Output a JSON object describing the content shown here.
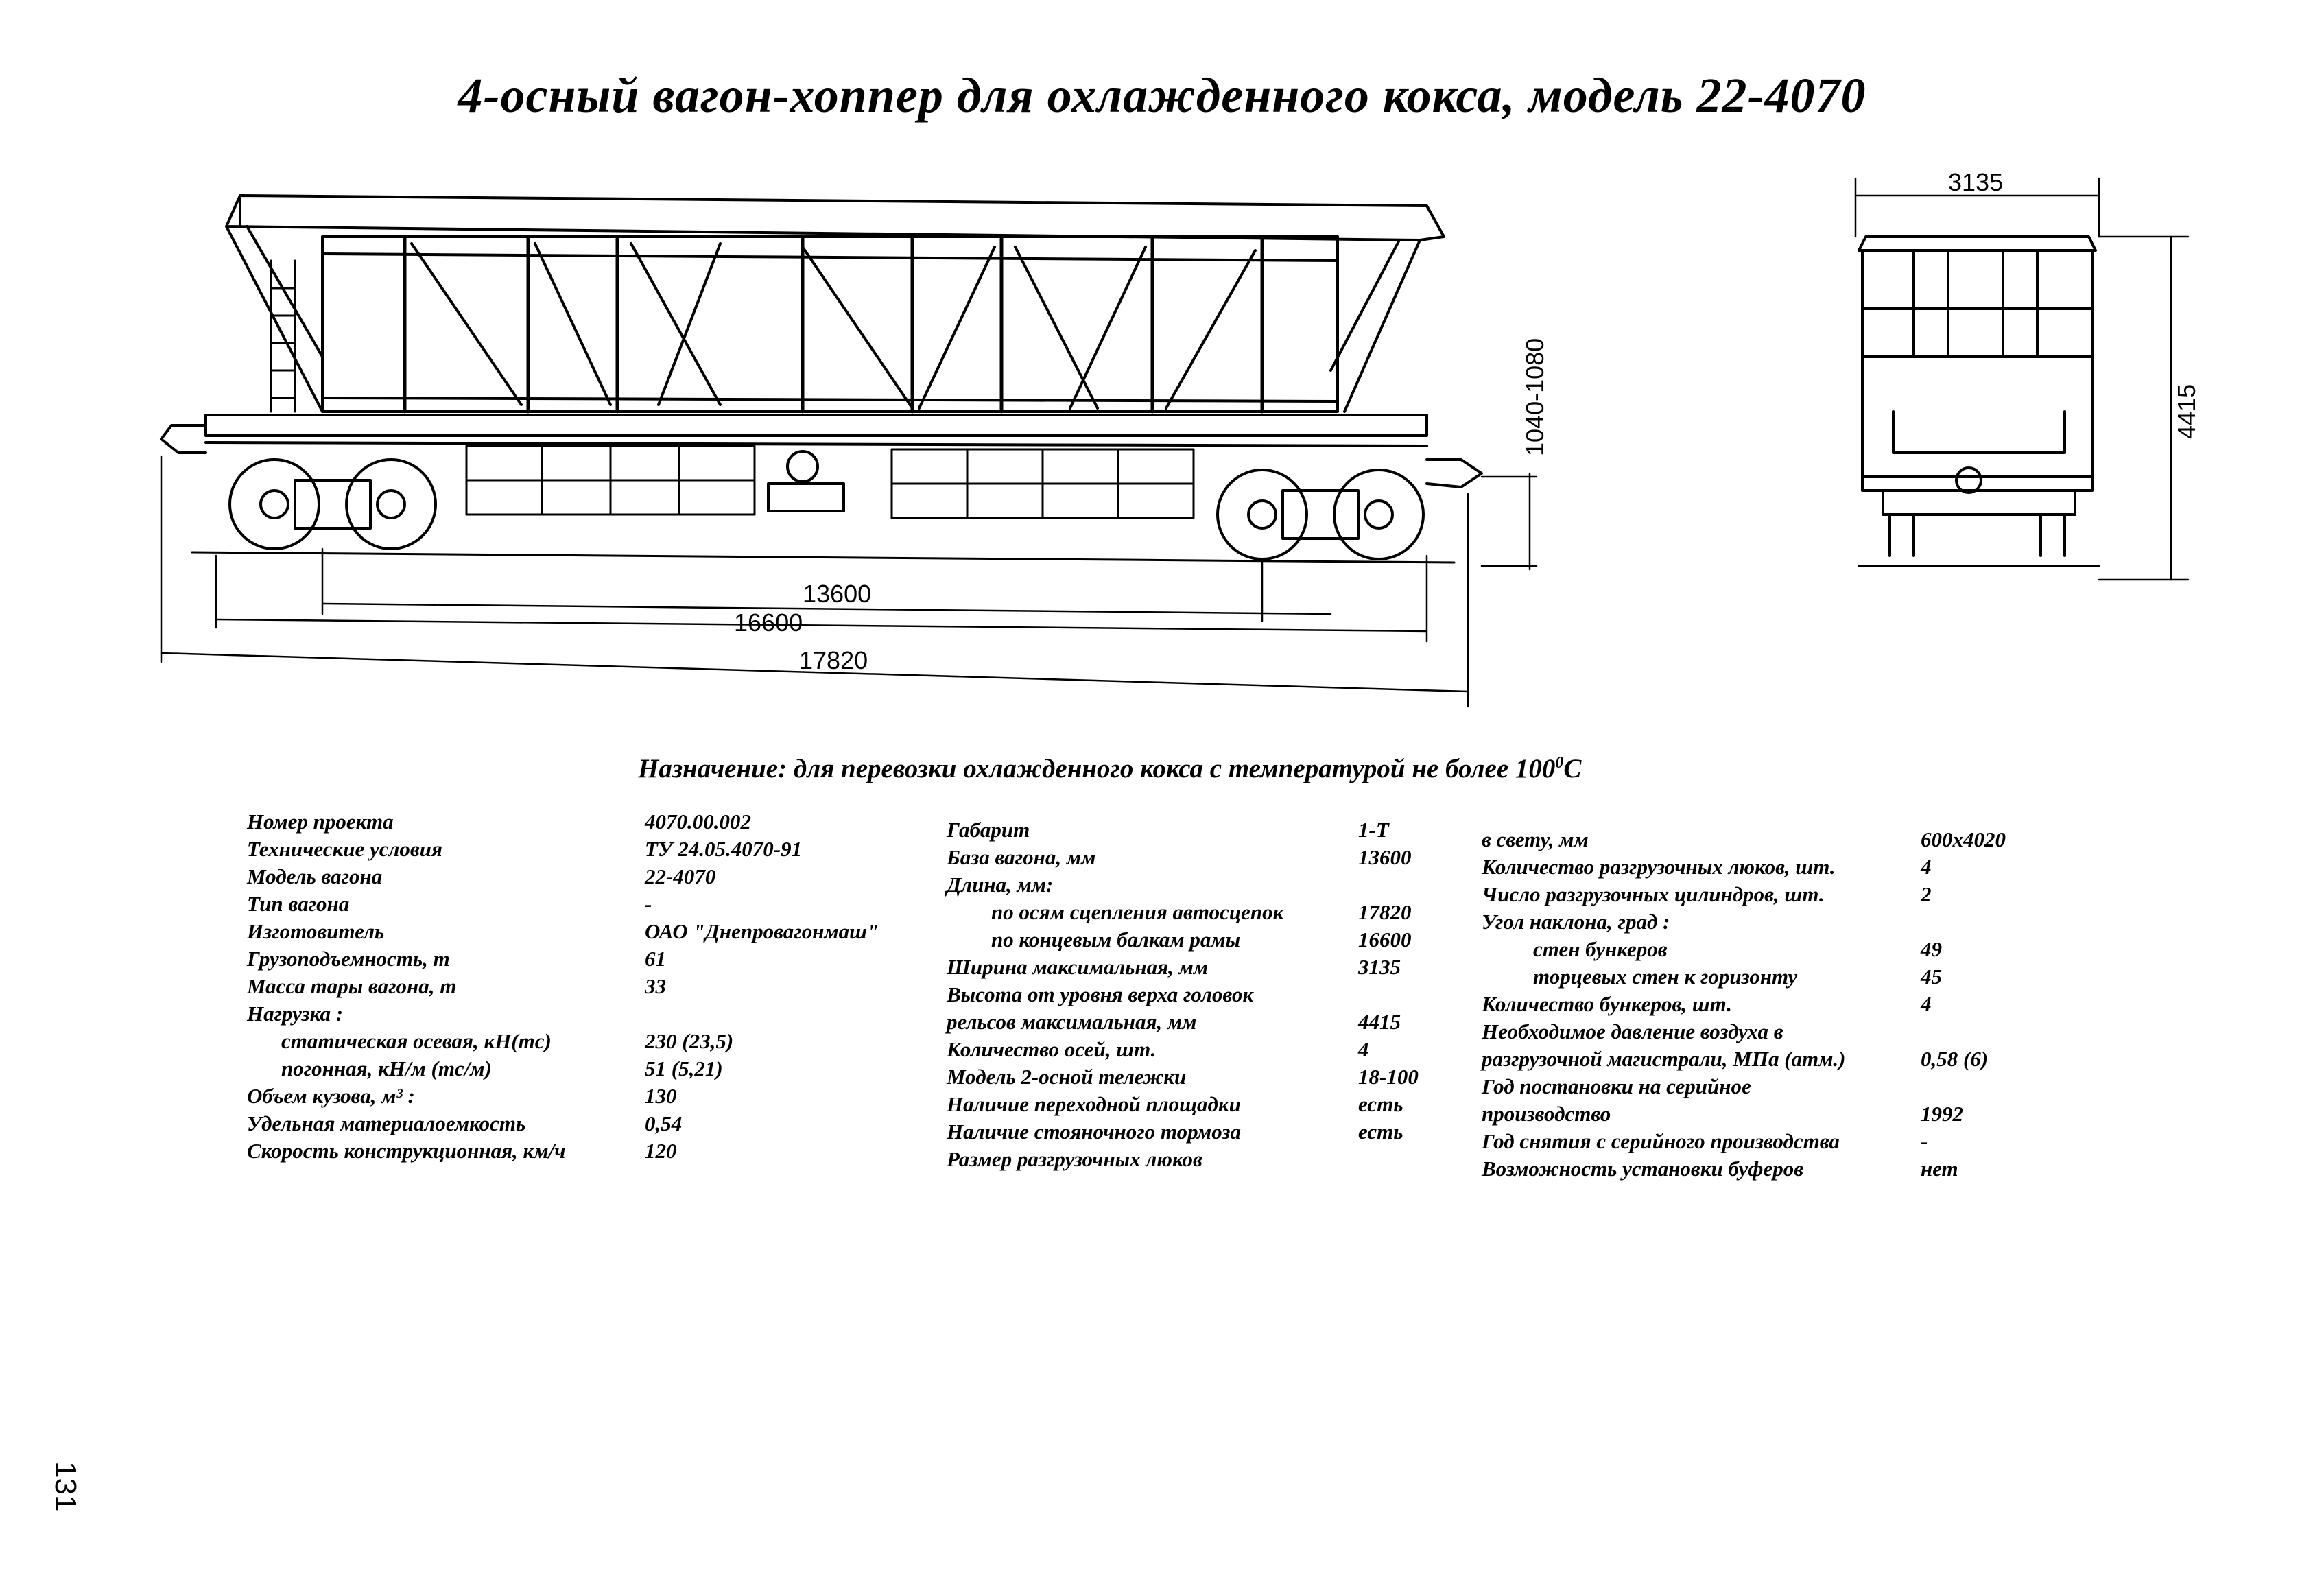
{
  "title": "4-осный вагон-хоппер для охлажденного кокса, модель 22-4070",
  "side_view": {
    "dimensions": {
      "base": "13600",
      "frame_length": "16600",
      "coupler_length": "17820",
      "coupler_height": "1040-1080"
    }
  },
  "end_view": {
    "dimensions": {
      "width": "3135",
      "height": "4415"
    }
  },
  "purpose": {
    "text": "Назначение: для перевозки охлажденного кокса с температурой не более 100",
    "superscript": "0",
    "unit": "С"
  },
  "specs": {
    "col1": [
      {
        "label": "Номер проекта",
        "value": "4070.00.002"
      },
      {
        "label": "Технические условия",
        "value": "ТУ 24.05.4070-91"
      },
      {
        "label": "Модель вагона",
        "value": "22-4070"
      },
      {
        "label": "Тип вагона",
        "value": "-"
      },
      {
        "label": "Изготовитель",
        "value": "ОАО \"Днепровагонмаш\""
      },
      {
        "label": "Грузоподъемность, т",
        "value": "61"
      },
      {
        "label": "Масса тары вагона, т",
        "value": "33"
      },
      {
        "label": "Нагрузка :",
        "value": ""
      },
      {
        "label": "статическая осевая, кН(тс)",
        "value": "230 (23,5)"
      },
      {
        "label": "погонная, кН/м (тс/м)",
        "value": "51 (5,21)"
      },
      {
        "label": "Объем кузова, м³ :",
        "value": "130"
      },
      {
        "label": "Удельная материалоемкость",
        "value": "0,54"
      },
      {
        "label": "Скорость конструкционная, км/ч",
        "value": "120"
      }
    ],
    "col2": [
      {
        "label": "Габарит",
        "value": "1-Т"
      },
      {
        "label": "База вагона, мм",
        "value": "13600"
      },
      {
        "label": "Длина, мм:",
        "value": ""
      },
      {
        "label": "по осям сцепления автосцепок",
        "value": "17820"
      },
      {
        "label": "по концевым балкам рамы",
        "value": "16600"
      },
      {
        "label": "Ширина максимальная, мм",
        "value": "3135"
      },
      {
        "label": "Высота от уровня верха головок",
        "value": ""
      },
      {
        "label": "рельсов максимальная, мм",
        "value": "4415"
      },
      {
        "label": "Количество осей, шт.",
        "value": "4"
      },
      {
        "label": "Модель 2-осной тележки",
        "value": "18-100"
      },
      {
        "label": "Наличие переходной площадки",
        "value": "есть"
      },
      {
        "label": "Наличие стояночного тормоза",
        "value": "есть"
      },
      {
        "label": "Размер разгрузочных люков",
        "value": ""
      }
    ],
    "col3": [
      {
        "label": "в свету, мм",
        "value": "600х4020"
      },
      {
        "label": "Количество разгрузочных люков, шт.",
        "value": "4"
      },
      {
        "label": "Число разгрузочных цилиндров, шт.",
        "value": "2"
      },
      {
        "label": "Угол наклона, град :",
        "value": ""
      },
      {
        "label": "стен бункеров",
        "value": "49"
      },
      {
        "label": "торцевых стен к горизонту",
        "value": "45"
      },
      {
        "label": "Количество бункеров, шт.",
        "value": "4"
      },
      {
        "label": "Необходимое давление воздуха в",
        "value": ""
      },
      {
        "label": "разгрузочной магистрали, МПа (атм.)",
        "value": "0,58 (6)"
      },
      {
        "label": "Год постановки на серийное",
        "value": ""
      },
      {
        "label": "производство",
        "value": "1992"
      },
      {
        "label": "Год снятия с серийного производства",
        "value": "-"
      },
      {
        "label": "Возможность установки буферов",
        "value": "нет"
      }
    ]
  },
  "page_number": "131"
}
